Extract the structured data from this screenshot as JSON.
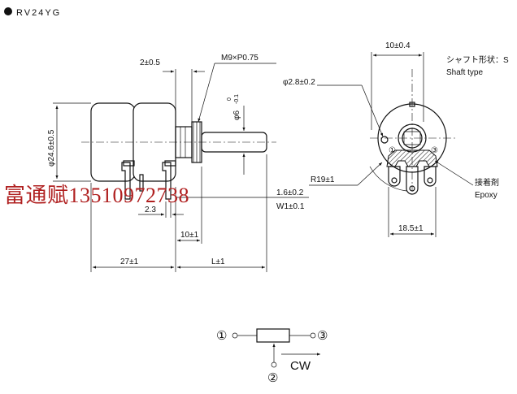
{
  "header": {
    "model": "RV24YG"
  },
  "side_view": {
    "dim_shaft_offset": "2±0.5",
    "thread": "M9×P0.75",
    "shaft_dia": "φ6",
    "shaft_tol_upper": "0",
    "shaft_tol_lower": "-0.1",
    "body_dia": "φ24.6±0.5",
    "terminal_pitch": "2.3",
    "terminal_thickness": "1.6±0.2",
    "terminal_width": "W1±0.1",
    "bushing_length": "10±1",
    "body_length": "27±1",
    "shaft_length": "L±1"
  },
  "front_view": {
    "flat_width": "10±0.4",
    "shaft_type_jp": "シャフト形状：S",
    "shaft_type_en": "Shaft type",
    "hole_dia": "φ2.8±0.2",
    "radius": "R19±1",
    "adhesive_jp": "接着剤",
    "adhesive_en": "Epoxy",
    "terminal_span": "18.5±1",
    "terminal_marks": [
      "①",
      "③"
    ]
  },
  "schematic": {
    "terminal_1": "①",
    "terminal_2": "②",
    "terminal_3": "③",
    "direction": "CW"
  },
  "watermark": "富通赋13510972738"
}
